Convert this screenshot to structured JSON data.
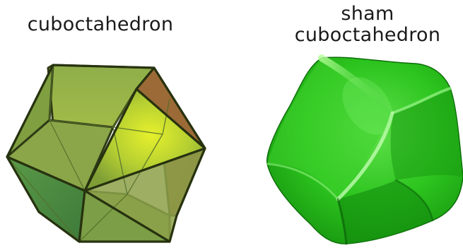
{
  "figure": {
    "left_label": "cuboctahedron",
    "right_label_line1": "sham",
    "right_label_line2": "cuboctahedron",
    "left_shape_icon": "translucent-cuboctahedron-polyhedron",
    "right_shape_icon": "green-smooth-sham-cuboctahedron",
    "colors": {
      "edge": "#2e3a16",
      "face_green": "#7aa63a",
      "face_brown": "#8a5a2e",
      "face_yellow": "#d8ea2a",
      "sham_green": "#22b61a"
    }
  }
}
